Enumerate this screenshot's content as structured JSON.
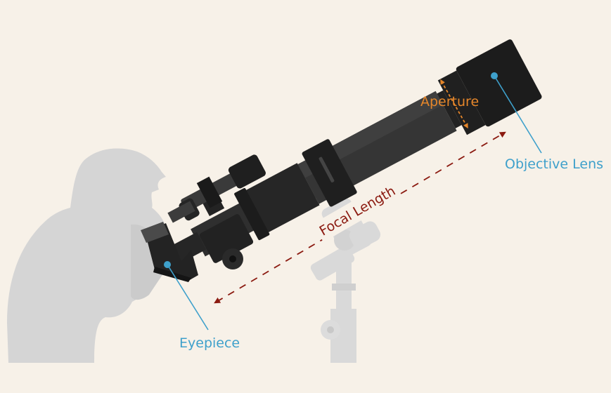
{
  "labels": {
    "aperture": "Aperture",
    "objective_lens": "Objective Lens",
    "focal_length": "Focal Length",
    "eyepiece": "Eyepiece"
  },
  "colors": {
    "background": "#f7f1e8",
    "silhouette": "#d5d5d5",
    "mount": "#d9d9d9",
    "tube_dark": "#2d2d2d",
    "tube_light": "#3b3b3b",
    "tube_black": "#1e1e1e",
    "callout_blue": "#3ea0cb",
    "aperture_orange": "#e5862a",
    "focal_red": "#8b1a10"
  }
}
